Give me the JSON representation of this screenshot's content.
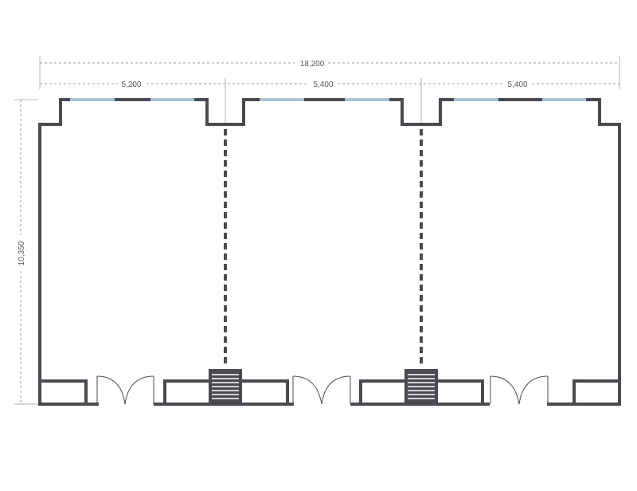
{
  "dimensions": {
    "total_width": "18,200",
    "bay_widths": [
      "5,200",
      "5,400",
      "5,400"
    ],
    "depth": "10,350"
  },
  "colors": {
    "wall": "#4a4a50",
    "window": "#a9c4d6",
    "dimension": "#9a9a9a"
  }
}
